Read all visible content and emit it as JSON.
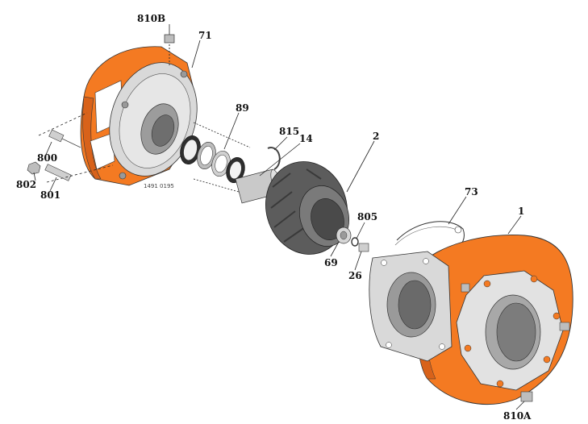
{
  "drawing": {
    "callouts": [
      {
        "id": "810B",
        "text": "810B"
      },
      {
        "id": "71",
        "text": "71"
      },
      {
        "id": "89",
        "text": "89"
      },
      {
        "id": "815",
        "text": "815"
      },
      {
        "id": "14",
        "text": "14"
      },
      {
        "id": "2",
        "text": "2"
      },
      {
        "id": "800",
        "text": "800"
      },
      {
        "id": "802",
        "text": "802"
      },
      {
        "id": "801",
        "text": "801"
      },
      {
        "id": "73",
        "text": "73"
      },
      {
        "id": "1",
        "text": "1"
      },
      {
        "id": "805",
        "text": "805"
      },
      {
        "id": "69",
        "text": "69"
      },
      {
        "id": "26",
        "text": "26"
      },
      {
        "id": "810A",
        "text": "810A"
      }
    ],
    "part_number_stamp": "1491 0195",
    "colors": {
      "casing": "#F47A22",
      "casing_dark": "#D8621A",
      "machined_face": "#D9D9D9",
      "impeller": "#5C5C5C",
      "shaft": "#C9C9C9",
      "outline": "#333333"
    }
  }
}
